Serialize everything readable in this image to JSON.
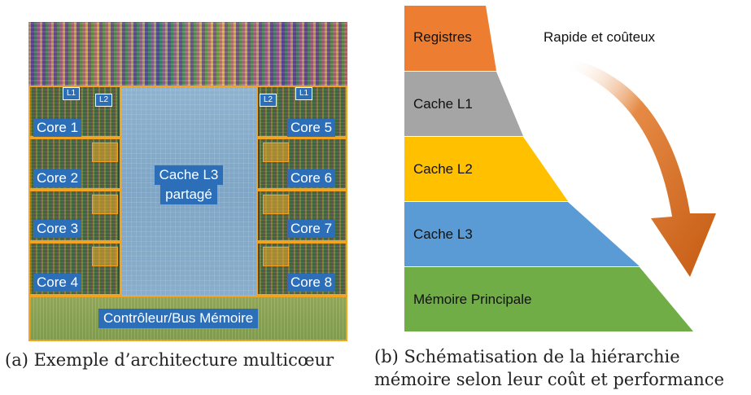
{
  "figure_a": {
    "core_labels": [
      "Core 1",
      "Core 2",
      "Core 3",
      "Core 4",
      "Core 5",
      "Core 6",
      "Core 7",
      "Core 8"
    ],
    "l1_label": "L1",
    "l2_label": "L2",
    "l3_label_line1": "Cache L3",
    "l3_label_line2": "partagé",
    "bus_label": "Contrôleur/Bus Mémoire",
    "caption": "(a) Exemple d’architecture multicœur"
  },
  "figure_b": {
    "levels": [
      {
        "label": "Registres",
        "color": "#ed7d31"
      },
      {
        "label": "Cache L1",
        "color": "#a5a5a5"
      },
      {
        "label": "Cache L2",
        "color": "#ffc000"
      },
      {
        "label": "Cache L3",
        "color": "#5b9bd5"
      },
      {
        "label": "Mémoire Principale",
        "color": "#70ad47"
      }
    ],
    "arrow_label": "Rapide et coûteux",
    "arrow_color": "#c55a11",
    "caption_line1": "(b) Schématisation de la hiérarchie",
    "caption_line2": "mémoire selon leur coût et performance"
  },
  "colors": {
    "label_blue": "#2c6fb8",
    "frame_orange": "#f2a321"
  }
}
